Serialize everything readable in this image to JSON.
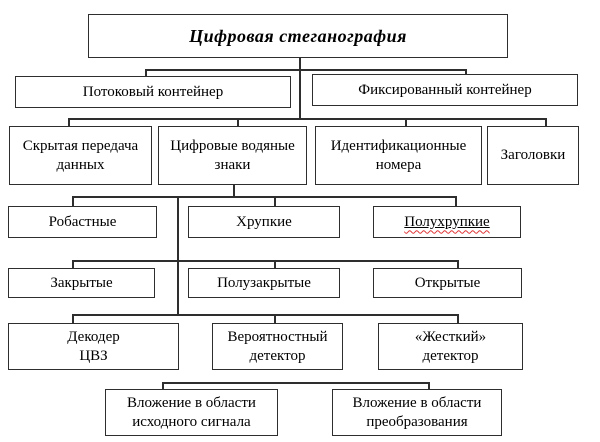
{
  "diagram": {
    "title": "Цифровая стеганография",
    "nodes": {
      "root": "Цифровая стеганография",
      "stream_container": "Потоковый контейнер",
      "fixed_container": "Фиксированный контейнер",
      "hidden_data": "Скрытая передача\nданных",
      "watermarks": "Цифровые водяные\nзнаки",
      "id_numbers": "Идентификационные\nномера",
      "headers": "Заголовки",
      "robust": "Робастные",
      "fragile": "Хрупкие",
      "semi_fragile": "Полухрупкие",
      "closed": "Закрытые",
      "semi_closed": "Полузакрытые",
      "open": "Открытые",
      "decoder": "Декодер\nЦВЗ",
      "prob_detector": "Вероятностный\nдетектор",
      "hard_detector": "«Жесткий»\nдетектор",
      "embed_source": "Вложение в области\nисходного сигнала",
      "embed_transform": "Вложение в области\nпреобразования"
    },
    "edges": [
      [
        "root",
        "stream_container"
      ],
      [
        "root",
        "fixed_container"
      ],
      [
        "root",
        "hidden_data"
      ],
      [
        "root",
        "watermarks"
      ],
      [
        "root",
        "id_numbers"
      ],
      [
        "root",
        "headers"
      ],
      [
        "watermarks",
        "robust"
      ],
      [
        "watermarks",
        "fragile"
      ],
      [
        "watermarks",
        "semi_fragile"
      ],
      [
        "watermarks",
        "closed"
      ],
      [
        "watermarks",
        "semi_closed"
      ],
      [
        "watermarks",
        "open"
      ],
      [
        "watermarks",
        "decoder"
      ],
      [
        "watermarks",
        "prob_detector"
      ],
      [
        "watermarks",
        "hard_detector"
      ],
      [
        "watermarks",
        "embed_source"
      ],
      [
        "watermarks",
        "embed_transform"
      ]
    ],
    "colors": {
      "line": "#2e2e2e",
      "text": "#000000",
      "spellcheck_underline": "#e03434",
      "background": "#ffffff"
    }
  }
}
